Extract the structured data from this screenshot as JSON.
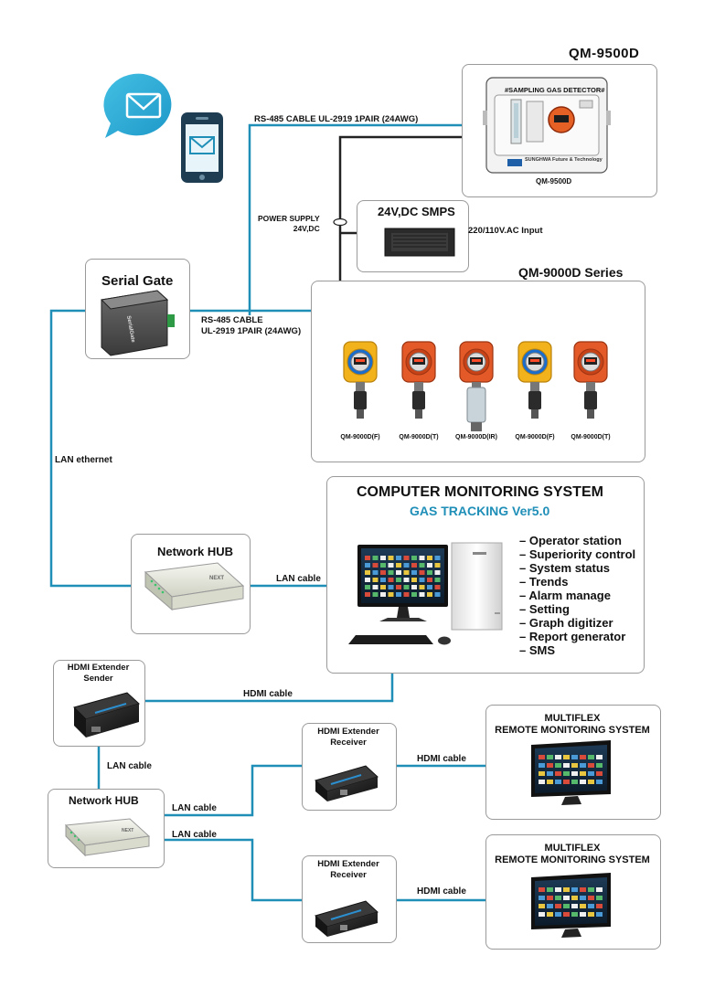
{
  "colors": {
    "cable": "#1f8fb8",
    "power_line": "#222222",
    "box_border": "#9a9a9a",
    "accent_text": "#1f8fb8"
  },
  "icons": [
    "envelope-icon",
    "smartphone-icon"
  ],
  "qm9500d": {
    "title": "QM-9500D",
    "panel_label": "#SAMPLING GAS DETECTOR#",
    "brand": "SUNGHWA Future & Technology",
    "caption": "QM-9500D"
  },
  "rs485_top": "RS-485 CABLE UL-2919 1PAIR (24AWG)",
  "power_supply": {
    "line1": "POWER SUPPLY",
    "line2": "24V,DC"
  },
  "smps": {
    "title": "24V,DC SMPS",
    "ac_input": "220/110V.AC Input"
  },
  "serial_gate": {
    "title": "Serial Gate",
    "device_text": "SerialGate"
  },
  "rs485_mid": {
    "line1": "RS-485 CABLE",
    "line2": "UL-2919 1PAIR (24AWG)"
  },
  "qm9000d": {
    "title": "QM-9000D Series",
    "detectors": [
      {
        "label": "QM-9000D(F)",
        "style": "yellow"
      },
      {
        "label": "QM-9000D(T)",
        "style": "orange"
      },
      {
        "label": "QM-9000D(IR)",
        "style": "orange-ir"
      },
      {
        "label": "QM-9000D(F)",
        "style": "yellow"
      },
      {
        "label": "QM-9000D(T)",
        "style": "orange"
      }
    ]
  },
  "lan_ethernet": "LAN ethernet",
  "cms": {
    "title": "COMPUTER MONITORING SYSTEM",
    "subtitle": "GAS TRACKING Ver5.0",
    "features": [
      "– Operator station",
      "– Superiority control",
      "– System status",
      "– Trends",
      "– Alarm manage",
      "– Setting",
      "– Graph digitizer",
      "– Report generator",
      "– SMS"
    ]
  },
  "network_hub_top": {
    "title": "Network HUB",
    "brand": "NEXT"
  },
  "lan_cable_hub_pc": "LAN cable",
  "hdmi_sender": {
    "line1": "HDMI Extender",
    "line2": "Sender"
  },
  "hdmi_cable_sender": "HDMI cable",
  "lan_cable_sender_hub": "LAN cable",
  "network_hub_bottom": {
    "title": "Network HUB",
    "brand": "NEXT"
  },
  "lan_cable_r1": "LAN cable",
  "lan_cable_r2": "LAN cable",
  "receiver1": {
    "line1": "HDMI Extender",
    "line2": "Receiver"
  },
  "receiver2": {
    "line1": "HDMI Extender",
    "line2": "Receiver"
  },
  "hdmi_cable_r1": "HDMI cable",
  "hdmi_cable_r2": "HDMI cable",
  "remote1": {
    "line1": "MULTIFLEX",
    "line2": "REMOTE MONITORING SYSTEM"
  },
  "remote2": {
    "line1": "MULTIFLEX",
    "line2": "REMOTE MONITORING SYSTEM"
  }
}
